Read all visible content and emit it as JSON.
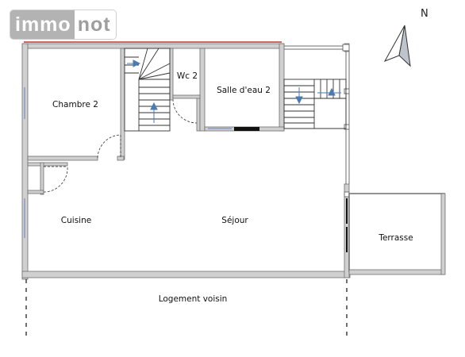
{
  "logo": {
    "part1": "immo",
    "part2": "not"
  },
  "north_label": "N",
  "rooms": {
    "chambre": "Chambre 2",
    "wc": "Wc 2",
    "salle_deau": "Salle d'eau 2",
    "cuisine": "Cuisine",
    "sejour": "Séjour",
    "terrasse": "Terrasse"
  },
  "neighbour": "Logement voisin",
  "colors": {
    "wall": "#7a7a7a",
    "wall_fill": "#d0d0d0",
    "roof_edge": "#c0392b",
    "window": "#6a7fc0",
    "arrow": "#4a7bb5",
    "stair": "#333333"
  }
}
